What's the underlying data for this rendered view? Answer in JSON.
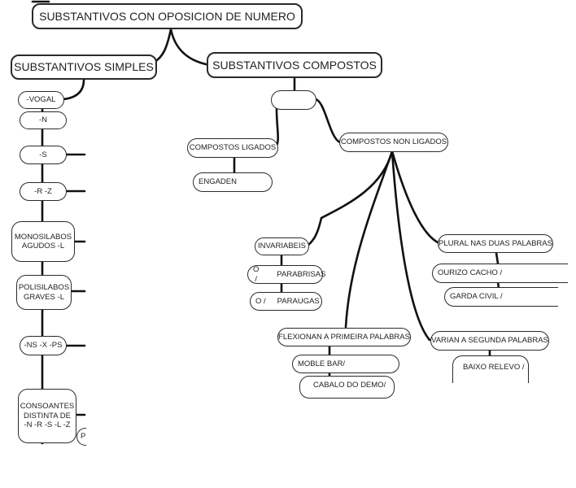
{
  "root": {
    "label": "SUBSTANTIVOS CON OPOSICION DE NUMERO"
  },
  "simples": {
    "label": "SUBSTANTIVOS SIMPLES",
    "items": [
      "-VOGAL",
      "-N",
      "-S",
      "-R -Z",
      "MONOSILABOS\nAGUDOS -L",
      "POLISILABOS\nGRAVES -L",
      "-NS -X -PS",
      "CONSOANTES\nDISTINTA DE\n-N -R -S -L -Z"
    ],
    "cut_label": "P"
  },
  "compostos": {
    "label": "SUBSTANTIVOS COMPOSTOS",
    "blank_label": "",
    "ligados": {
      "label": "COMPOSTOS LIGADOS",
      "example": "ENGADEN"
    },
    "non_ligados": {
      "label": "COMPOSTOS NON LIGADOS",
      "invariabeis": {
        "label": "INVARIABEIS",
        "examples": [
          [
            "O /",
            "PARABRISAS"
          ],
          [
            "O /",
            "PARAUGAS"
          ]
        ]
      },
      "plural_duas": {
        "label": "PLURAL NAS DUAS PALABRAS",
        "examples": [
          "OURIZO CACHO /",
          "GARDA CIVIL /"
        ]
      },
      "primeira": {
        "label": "FLEXIONAN A PRIMEIRA PALABRAS",
        "examples": [
          "MOBLE BAR/",
          "CABALO DO DEMO/"
        ]
      },
      "segunda": {
        "label": "VARIAN A SEGUNDA PALABRAS",
        "examples": [
          "BAIXO RELEVO /"
        ]
      }
    }
  },
  "colors": {
    "line": "#111111",
    "border": "#2a2a2a",
    "background": "#ffffff"
  }
}
